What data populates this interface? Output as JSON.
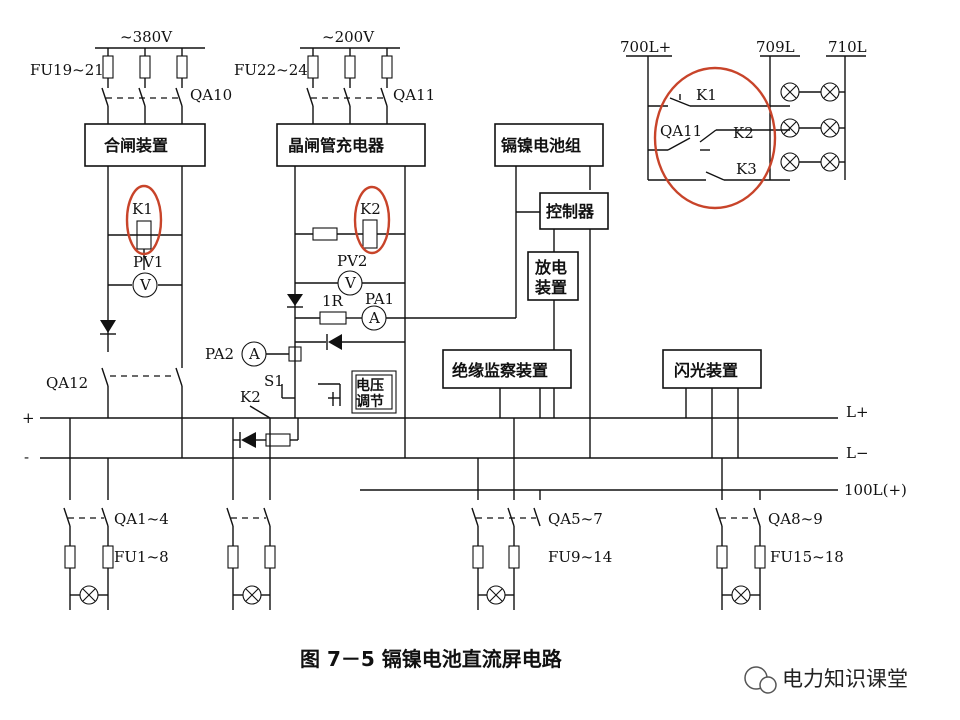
{
  "labels": {
    "v380": "~380V",
    "v200": "~200V",
    "fu19_21": "FU19~21",
    "fu22_24": "FU22~24",
    "qa10": "QA10",
    "qa11": "QA11",
    "qa11_top": "QA11",
    "hezha": "合闸装置",
    "jingzha": "晶闸管充电器",
    "gnie": "镉镍电池组",
    "kongzhi": "控制器",
    "fangdian1": "放电",
    "fangdian2": "装置",
    "k1": "K1",
    "k2": "K2",
    "k1_top": "K1",
    "k2_top": "K2",
    "k3_top": "K3",
    "k2_low": "K2",
    "pv1": "PV1",
    "pv2": "PV2",
    "r1": "1R",
    "pa1": "PA1",
    "pa2": "PA2",
    "s1": "S1",
    "qa12": "QA12",
    "dianya1": "电压",
    "dianya2": "调节",
    "jueyuan": "绝缘监察装置",
    "shanguang": "闪光装置",
    "plus": "+",
    "minus": "-",
    "lplus": "L+",
    "lminus": "L−",
    "l100": "100L(+)",
    "l700": "700L+",
    "l709": "709L",
    "l710": "710L",
    "qa1_4": "QA1~4",
    "fu1_8": "FU1~8",
    "qa5_7": "QA5~7",
    "fu9_14": "FU9~14",
    "qa8_9": "QA8~9",
    "fu15_18": "FU15~18",
    "meter_v": "V",
    "meter_a": "A"
  },
  "caption": "图 7－5    镉镍电池直流屏电路",
  "watermark": "电力知识课堂",
  "colors": {
    "highlight": "#c8442a",
    "ink": "#111111"
  }
}
